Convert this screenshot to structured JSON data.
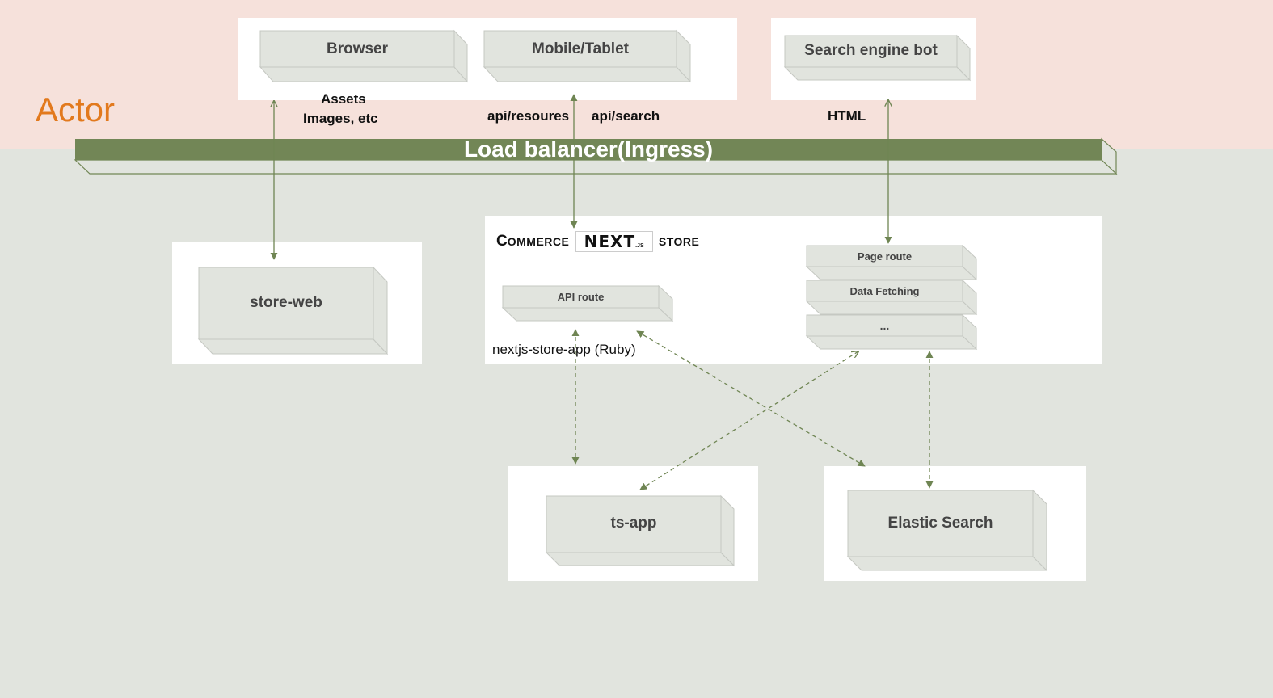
{
  "actor": {
    "label": "Actor"
  },
  "clients": {
    "browser": "Browser",
    "mobile": "Mobile/Tablet",
    "search_bot": "Search engine bot"
  },
  "edge_labels": {
    "assets_line1": "Assets",
    "assets_line2": "Images, etc",
    "api_resources": "api/resoures",
    "api_search": "api/search",
    "html": "HTML"
  },
  "load_balancer": "Load balancer(Ingress)",
  "store_web": "store-web",
  "commerce": {
    "prefix_initial": "C",
    "prefix_rest": "OMMERCE",
    "next_word": "NEXT",
    "next_suffix": ".JS",
    "suffix": "STORE",
    "api_route": "API route",
    "page_route": "Page route",
    "data_fetching": "Data Fetching",
    "more": "...",
    "app_name": "nextjs-store-app (Ruby)"
  },
  "services": {
    "ts_app": "ts-app",
    "elastic": "Elastic Search"
  },
  "colors": {
    "actor_band": "#f6e1db",
    "background": "#e1e4de",
    "actor_text": "#e2791d",
    "load_balancer": "#728656",
    "cube_face": "#e1e4de",
    "connector": "#6f8553"
  }
}
